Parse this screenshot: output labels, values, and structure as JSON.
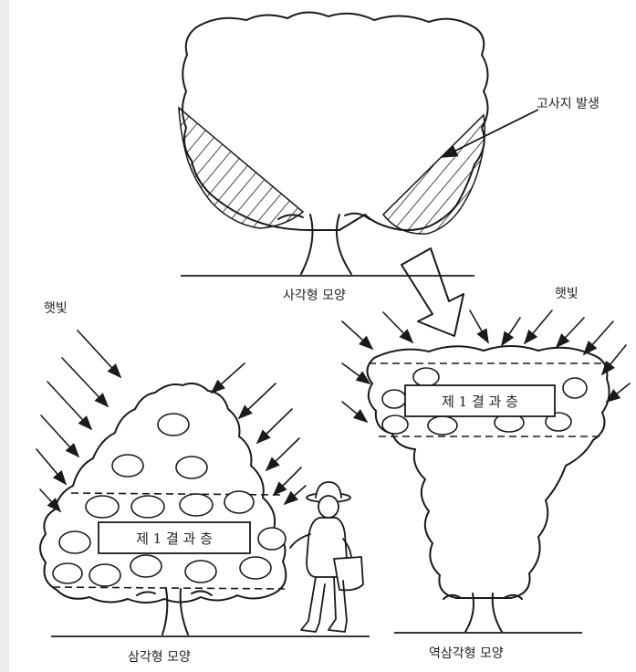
{
  "labels": {
    "dieback": "고사지 발생",
    "square": "사각형 모양",
    "sunlight_left": "햇빛",
    "sunlight_right": "햇빛",
    "triangle": "삼각형 모양",
    "inverted_triangle": "역삼각형 모양",
    "fruit_layer_left": "제 1 결 과 층",
    "fruit_layer_right": "제 1 결 과 층"
  }
}
